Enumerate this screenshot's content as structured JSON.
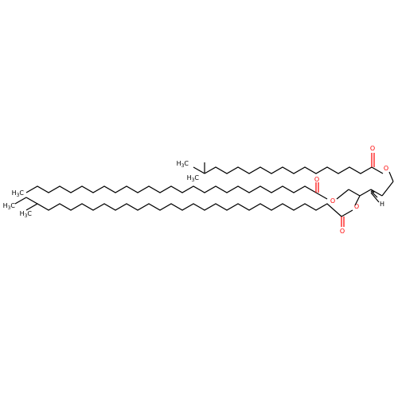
{
  "molecule": {
    "atom_labels": {
      "o_top_ester": "O",
      "o_top_carbonyl": "O",
      "o_mid_ester": "O",
      "o_mid_carbonyl": "O",
      "o_low_ester": "O",
      "o_low_carbonyl": "O",
      "h_stereo": "H"
    },
    "terminal_groups": {
      "top_methyl": "H",
      "top_methyl_sub": "3",
      "top_methyl_tail": "C",
      "mid_methyl": "H",
      "mid_methyl_sub": "3",
      "mid_methyl_tail": "C",
      "low_ethyl": "H",
      "low_ethyl_sub": "3",
      "low_ethyl_tail": "C",
      "low_methyl": "H",
      "low_methyl_sub": "3",
      "low_methyl_tail": "C"
    }
  },
  "colors": {
    "bond": "#000000",
    "oxygen": "#ff0000",
    "hydrogen": "#000000",
    "background": "#ffffff"
  }
}
